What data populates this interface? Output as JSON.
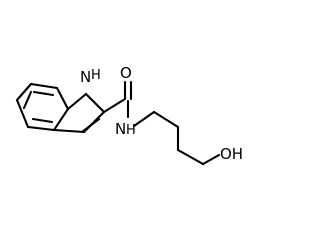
{
  "molecule": {
    "atoms": {
      "nh_indole": {
        "element": "N",
        "h": "H"
      },
      "o_carbonyl": {
        "label": "O"
      },
      "n_amide": {
        "label": "N",
        "h": "H"
      },
      "oh": {
        "label": "OH"
      }
    },
    "colors": {
      "bond": "#000000",
      "text": "#000000",
      "background": "#ffffff"
    }
  }
}
